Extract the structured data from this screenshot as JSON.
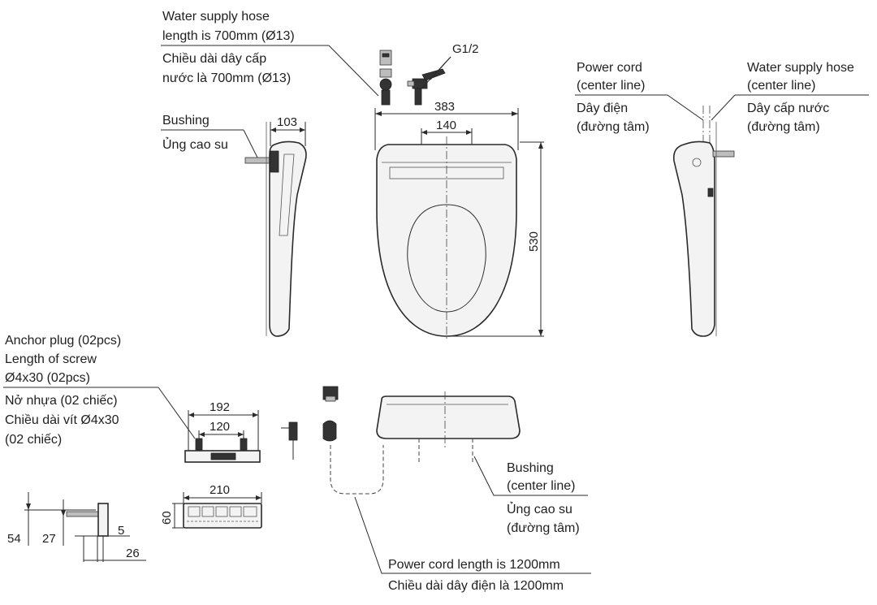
{
  "labels": {
    "water_hose_en": [
      "Water supply hose",
      "length is 700mm (Ø13)"
    ],
    "water_hose_vi": [
      "Chiều dài dây cấp",
      "nước là 700mm (Ø13)"
    ],
    "g_thread": "G1/2",
    "bushing_en": "Bushing",
    "bushing_vi": "Ủng cao su",
    "power_cl_en": [
      "Power cord",
      "(center line)"
    ],
    "power_cl_vi": [
      "Dây điện",
      "(đường tâm)"
    ],
    "water_cl_en": [
      "Water supply hose",
      "(center line)"
    ],
    "water_cl_vi": [
      "Dây cấp nước",
      "(đường tâm)"
    ],
    "anchor_en": [
      "Anchor plug (02pcs)",
      "Length of screw",
      "Ø4x30 (02pcs)"
    ],
    "anchor_vi": [
      "Nở nhựa (02 chiếc)",
      "Chiều dài vít Ø4x30",
      "(02 chiếc)"
    ],
    "bushing_cl_en": [
      "Bushing",
      "(center line)"
    ],
    "bushing_cl_vi": [
      "Ủng cao su",
      "(đường tâm)"
    ],
    "power_len_en": "Power cord length is 1200mm",
    "power_len_vi": "Chiều dài dây điện là 1200mm"
  },
  "dimensions": {
    "side_depth": "103",
    "seat_width": "383",
    "mount_spacing": "140",
    "seat_length": "530",
    "remote_holder_width": "192",
    "remote_holder_spacing": "120",
    "remote_width": "210",
    "remote_height": "60",
    "d54": "54",
    "d27": "27",
    "d5": "5",
    "d26": "26"
  }
}
